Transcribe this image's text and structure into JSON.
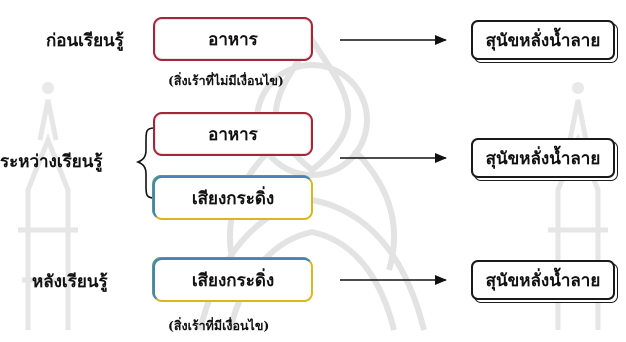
{
  "rows": [
    {
      "stage": "ก่อนเรียนรู้",
      "stimuli": [
        "อาหาร"
      ],
      "note": "(สิ่งเร้าที่ไม่มีเงื่อนไข)",
      "response": "สุนัขหลั่งน้ำลาย"
    },
    {
      "stage": "ระหว่างเรียนรู้",
      "stimuli": [
        "อาหาร",
        "เสียงกระดิ่ง"
      ],
      "note": "",
      "response": "สุนัขหลั่งน้ำลาย"
    },
    {
      "stage": "หลังเรียนรู้",
      "stimuli": [
        "เสียงกระดิ่ง"
      ],
      "note": "(สิ่งเร้าที่มีเงื่อนไข)",
      "response": "สุนัขหลั่งน้ำลาย"
    }
  ],
  "colors": {
    "food_box_border": "#a3263a",
    "bell_box_border_top": "#4a7fc1",
    "bell_box_border_bottom": "#d8b81e",
    "response_box_border": "#1a1a1a",
    "arrow": "#111111",
    "watermark": "#e6e6e6"
  }
}
